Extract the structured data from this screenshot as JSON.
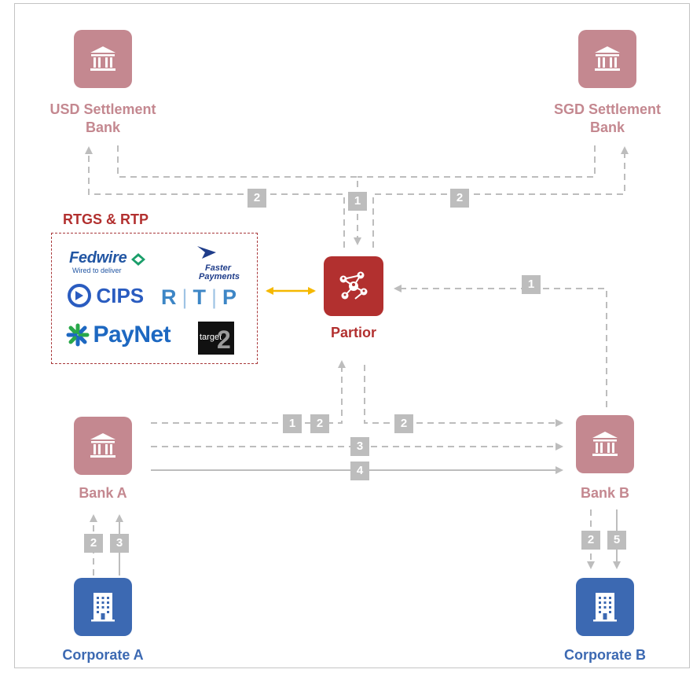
{
  "nodes": {
    "usd_bank": {
      "label": "USD Settlement Bank",
      "line1": "USD Settlement",
      "line2": "Bank"
    },
    "sgd_bank": {
      "label": "SGD Settlement Bank",
      "line1": "SGD Settlement",
      "line2": "Bank"
    },
    "partior": {
      "label": "Partior"
    },
    "bank_a": {
      "label": "Bank A"
    },
    "bank_b": {
      "label": "Bank B"
    },
    "corp_a": {
      "label": "Corporate A"
    },
    "corp_b": {
      "label": "Corporate B"
    }
  },
  "rails": {
    "title": "RTGS & RTP",
    "fedwire": {
      "name": "Fedwire",
      "tagline": "Wired to deliver"
    },
    "faster_payments": {
      "line1": "Faster",
      "line2": "Payments"
    },
    "cips": {
      "name": "CIPS"
    },
    "rtp": {
      "r": "R",
      "t": "T",
      "p": "P"
    },
    "paynet": {
      "name": "PayNet"
    },
    "target2": {
      "text": "target",
      "digit": "2"
    }
  },
  "badges": {
    "usd_settle_2": "2",
    "partior_1": "1",
    "sgd_settle_2": "2",
    "bankb_to_partior_1": "1",
    "banka_to_partior_1": "1",
    "banka_to_partior_2": "2",
    "partior_to_bankb_2": "2",
    "banka_to_bankb_3": "3",
    "banka_to_bankb_4": "4",
    "corpa_2": "2",
    "corpa_3": "3",
    "corpb_2": "2",
    "corpb_5": "5"
  },
  "colors": {
    "bank": "#c48890",
    "corporate": "#3c69b2",
    "partior": "#b2302f",
    "flow_line": "#bdbdbd",
    "rail_link": "#f5b800"
  },
  "icons": {
    "bank": "bank-building-icon",
    "corporate": "office-building-icon",
    "partior": "network-nodes-icon"
  }
}
